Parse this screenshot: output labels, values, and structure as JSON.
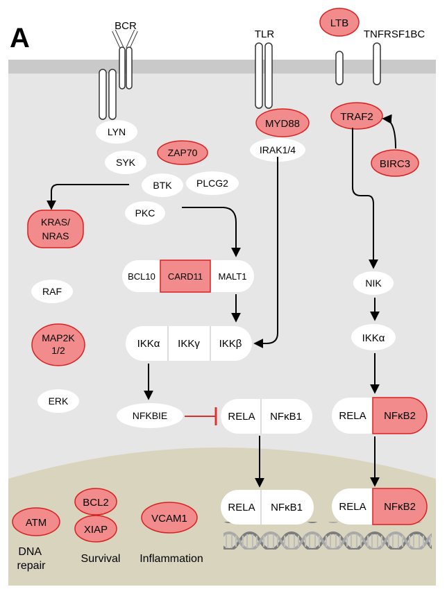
{
  "panel_label": "A",
  "receptors": {
    "bcr": "BCR",
    "tlr": "TLR",
    "ligand": "LTB",
    "tnfr": "TNFRSF1BC"
  },
  "bcr_branch": {
    "lyn": "LYN",
    "syk": "SYK",
    "zap70": "ZAP70",
    "btk": "BTK",
    "plcg2": "PLCG2",
    "pkc": "PKC",
    "bcl10": "BCL10",
    "card11": "CARD11",
    "malt1": "MALT1"
  },
  "ras_branch": {
    "kras": "KRAS/ NRAS",
    "raf": "RAF",
    "map2k": "MAP2K 1/2",
    "erk": "ERK"
  },
  "tlr_branch": {
    "myd88": "MYD88",
    "irak": "IRAK1/4"
  },
  "ikk": {
    "alpha": "IKKα",
    "gamma": "IKKγ",
    "beta": "IKKβ"
  },
  "canonical": {
    "nfkbie": "NFKBIE",
    "rela": "RELA",
    "nfkb1": "NFκB1"
  },
  "noncanonical": {
    "traf2": "TRAF2",
    "birc3": "BIRC3",
    "nik": "NIK",
    "ikka": "IKKα",
    "rela": "RELA",
    "nfkb2": "NFκB2"
  },
  "nucleus": {
    "rela1": "RELA",
    "nfkb1": "NFκB1",
    "rela2": "RELA",
    "nfkb2": "NFκB2",
    "atm": "ATM",
    "bcl2": "BCL2",
    "xiap": "XIAP",
    "vcam1": "VCAM1",
    "dna_repair": "DNA repair",
    "survival": "Survival",
    "inflammation": "Inflammation"
  },
  "colors": {
    "mutated_fill": "#f28b8b",
    "mutated_stroke": "#d92020",
    "cytoplasm": "#e6e6e6",
    "membrane": "#c9c9c9",
    "nucleus": "#d8d4bd",
    "inhibition": "#e03030"
  }
}
